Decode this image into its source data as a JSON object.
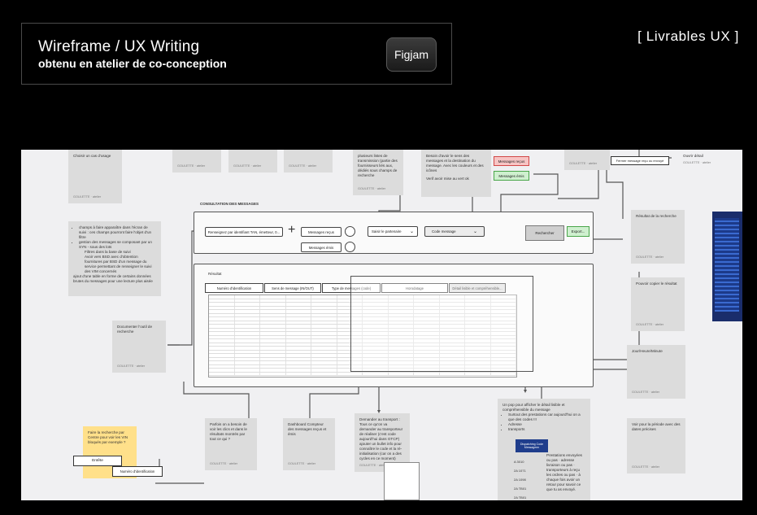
{
  "header": {
    "title": "Wireframe / UX Writing",
    "subtitle": "obtenu en atelier de co-conception",
    "tool_button": "Figjam",
    "corner_tag": "[ Livrables UX ]"
  },
  "board": {
    "section_title": "CONSULTATION DES MESSAGES",
    "search_input": "Renseignez par identifiant TAN, émetteur, 0...",
    "received_btn": "Messages reçus",
    "sent_btn": "Messages émis",
    "partner_select": "Saisir le partenaire",
    "code_select": "Code message",
    "search_btn": "Rechercher",
    "export_btn": "Export...",
    "red_btn": "Messages reçus",
    "green_btn": "Messages émis",
    "result_label": "Résultat",
    "tabs": [
      "Numéro d'identification",
      "Sens de message (IN/OUT)",
      "Type de messages (code)",
      "Horodatage",
      "Détail lisible et compréhensible..."
    ],
    "top_right_label": "Fermer message reçu ou envoyé",
    "top_right_label2": "Ouvrir détail",
    "tags": {
      "entete": "Entête",
      "numero": "Numéro d'identification"
    },
    "notes": {
      "n1": "Choisir un cas d'usage",
      "n2": "plusieurs listes de transmission (partie des fournisseurs liés aux, dédiés sous champs de recherche",
      "n3": "Besoin d'avoir le sens des messages et la destination du message. Avec les couleurs et des icônes",
      "n4": "Verif avoir mise au vert ok",
      "n5": "champs à faire apparaître dans l'écran de suivi : ces champs pourront faire l'objet d'un filtre",
      "n5b": "gestion des messages se composant par un SYN - sous des lots",
      "n5c": "Filtres dans la base de suivi",
      "n5d": "Avoir vers BSD avec d'obtention",
      "n5e": "fournitures par BSD d'un message du service permettant de renseigner le suivi des VIM concernés",
      "n5f": "ajout d'une table en forme de certains données brutes du messages pour une lecture plus aisée",
      "n6": "Documenter l'outil de recherche",
      "n7": "Parfois on a besoin de voir les clics et dans le résultats montrés par tout ce qui ?",
      "n8": "Dashboard Compteur des messages reçus et émis",
      "n9": "Demander au transport : Tous ce qu'on va demander au transporteur de réaliser (c'est code aujourd'hui dans GTCP) ajouter un bullet info pour connaître le code et la ré-initialisation (car on a des cycles en ce moment)",
      "n10": "Un pop pour afficher le détail lisible et compréhensible du message",
      "n10a": "Surtout des prestations car aujourd'hui on a que des codes !!!",
      "n10b": "Adresse",
      "n10c": "transports",
      "n11": "Prestations envoyées ou pas · adresse livraison ou pas · transporteurs à reçu les ordres ou pas · à chaque fois avoir un retour pour savoir ce que tu as envoyé.",
      "n12": "Faire la recherche par Centre pour voir les VIN bloqués par exemple ?",
      "n13": "Résultat de la recherche",
      "n14": "Pouvoir copier le résultat",
      "n15": "Jour/Heure/Minute",
      "n16": "Voir pour la période avec des dates précises",
      "n17": "Ouvrir détail",
      "blue_head": "Dispatching Code Messageen",
      "list": [
        "A 3010",
        "2A 1071",
        "2A 1098",
        "2A TB01",
        "2A TB01"
      ]
    }
  }
}
